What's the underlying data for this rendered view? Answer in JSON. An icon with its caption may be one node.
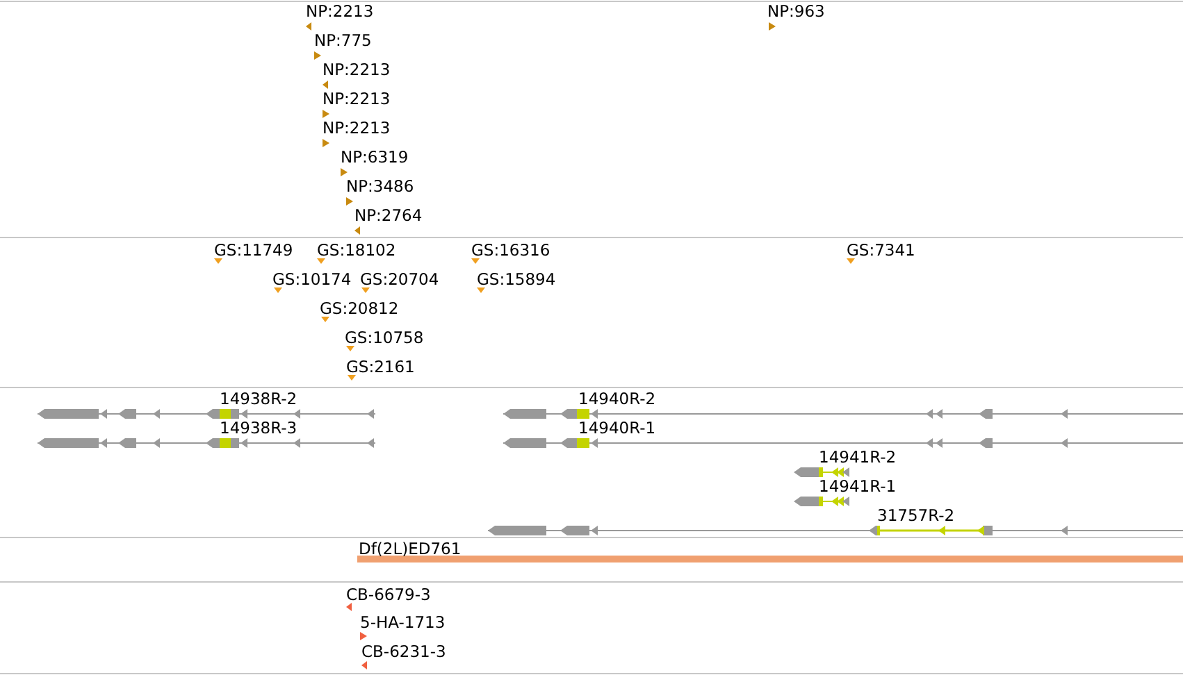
{
  "diagram": {
    "labels": [
      "NP:2213",
      "NP:963",
      "NP:775",
      "NP:2213",
      "NP:2213",
      "NP:2213",
      "NP:6319",
      "NP:3486",
      "NP:2764",
      "GS:11749",
      "GS:18102",
      "GS:16316",
      "GS:7341",
      "GS:10174",
      "GS:20704",
      "GS:15894",
      "GS:20812",
      "GS:10758",
      "GS:2161",
      "14938R-2",
      "14940R-2",
      "14938R-3",
      "14940R-1",
      "14941R-2",
      "14941R-1",
      "31757R-2",
      "Df(2L)ED761",
      "CB-6679-3",
      "5-HA-1713",
      "CB-6231-3"
    ]
  }
}
